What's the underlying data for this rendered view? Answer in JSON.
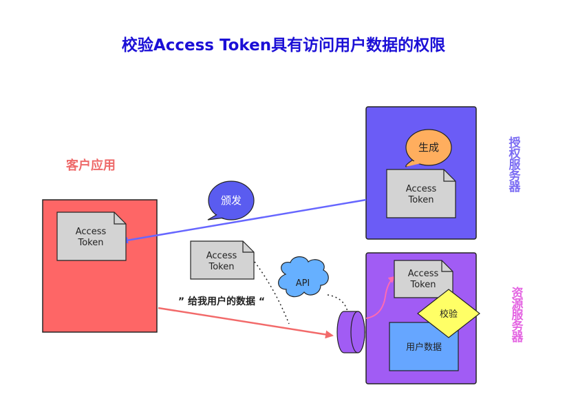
{
  "title": "校验Access Token具有访问用户数据的权限",
  "client_label": "客户应用",
  "auth_server_label": "授权服务器",
  "resource_server_label": "资源服务器",
  "bubble_generate": "生成",
  "bubble_issue": "颁发",
  "api_cloud": "API",
  "verify_label": "校验",
  "user_data_label": "用户数据",
  "request_label": "” 给我用户的数据 “",
  "token_line1": "Access",
  "token_line2": "Token",
  "colors": {
    "title": "#1b0fd6",
    "auth_server": "#6b5cf6",
    "resource_server": "#a15cf4",
    "client": "#fe6666",
    "token_doc": "#d3d3d3",
    "bubble_generate": "#ffae5e",
    "api_cloud": "#66b0ff",
    "verify_diamond": "#ffff66",
    "user_data": "#66a6ff",
    "arrow_issue": "#6666ff",
    "arrow_request": "#f26a6a",
    "arrow_verify": "#ff6ab2"
  }
}
